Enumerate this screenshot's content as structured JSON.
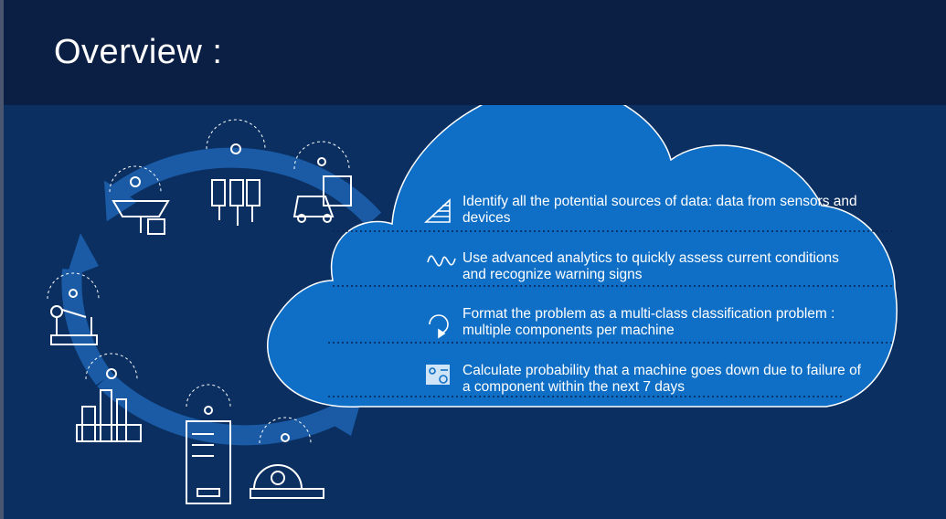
{
  "slide": {
    "title": "Overview :"
  },
  "colors": {
    "background": "#0b1f45",
    "stage": "#0a2f60",
    "cloud": "#0f6fc6",
    "ring": "#1b5ba6",
    "icon_line": "#ffffff"
  },
  "icons": [
    "solar-panel-icon",
    "power-lines-icon",
    "vehicles-icon",
    "factory-machine-icon",
    "robot-arm-icon",
    "refinery-icon",
    "vending-machine-icon",
    "mri-scanner-icon"
  ],
  "items": [
    {
      "icon": "data-sources-icon",
      "text": "Identify all the potential sources of data: data from sensors and devices"
    },
    {
      "icon": "analytics-icon",
      "text": "Use advanced analytics to quickly assess current conditions and recognize warning signs"
    },
    {
      "icon": "refresh-icon",
      "text": "Format the problem as a multi-class classification problem : multiple components per machine"
    },
    {
      "icon": "dashboard-icon",
      "text": "Calculate probability that a machine goes down due to failure of a component within the next 7 days"
    }
  ]
}
